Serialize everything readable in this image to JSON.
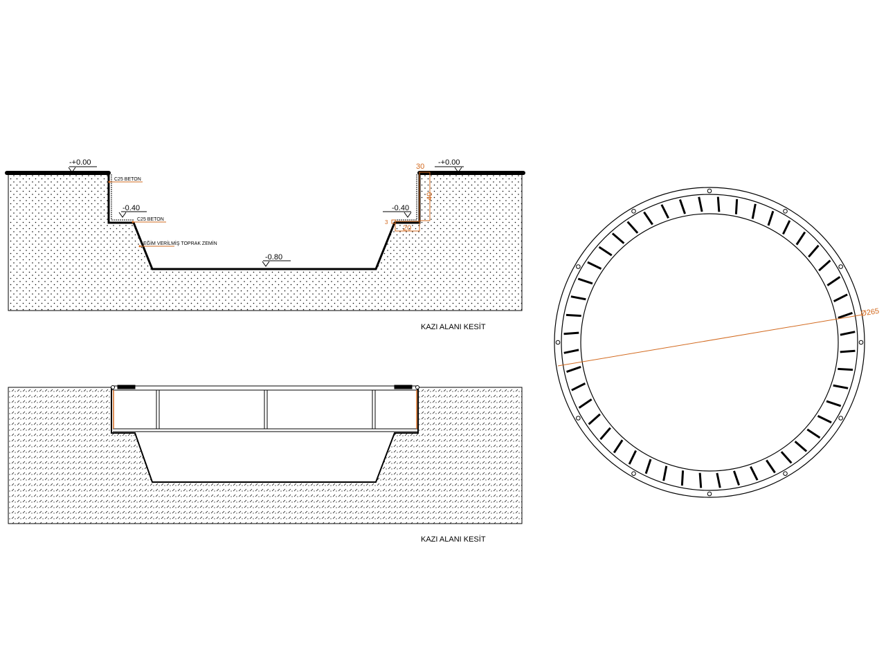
{
  "section1": {
    "title": "KAZI ALANI KESİT",
    "levels": {
      "left_top": "-+0.00",
      "right_top": "-+0.00",
      "left_step": "-0.40",
      "right_step": "-0.40",
      "bottom": "-0.80"
    },
    "notes": {
      "c25_wall": "C25 BETON",
      "c25_step": "C25 BETON",
      "slope": "EĞİM VERİLMİŞ TOPRAK ZEMİN"
    },
    "dimensions": {
      "width_top": "30",
      "height": "40",
      "step_width": "20",
      "step_thick": "3"
    }
  },
  "section2": {
    "title": "KAZI ALANI KESİT"
  },
  "plan": {
    "diameter_label": "Ø265",
    "slat_count": 48
  },
  "colors": {
    "line": "#000000",
    "dimension": "#d2691e"
  }
}
